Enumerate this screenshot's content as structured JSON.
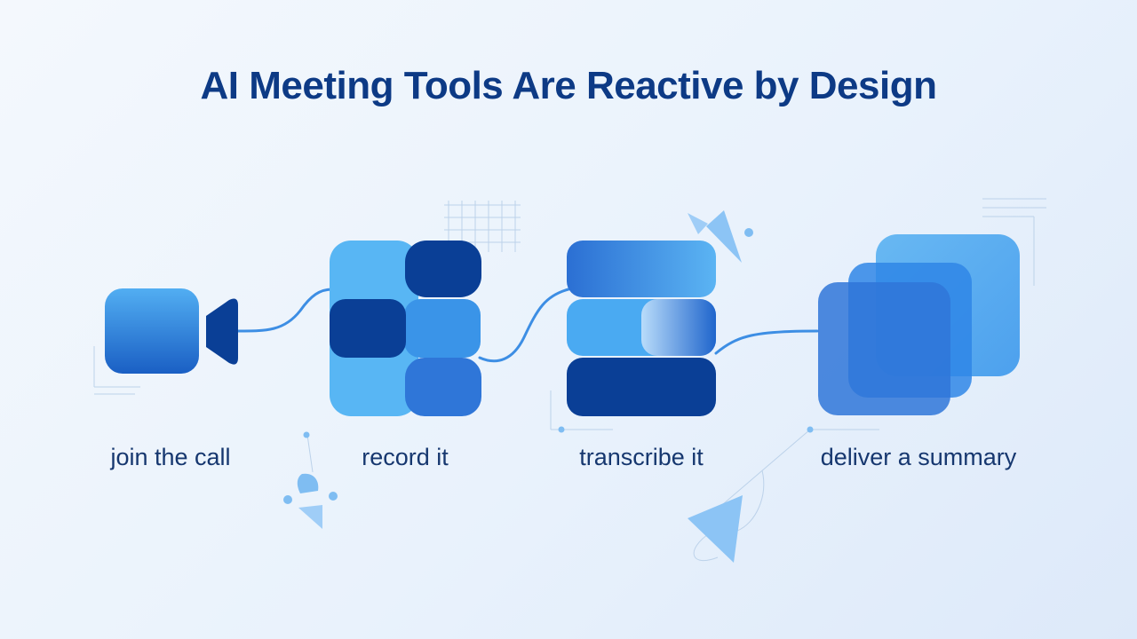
{
  "title": "AI Meeting Tools Are Reactive by Design",
  "steps": [
    {
      "label": "join the call",
      "icon": "video-camera-icon"
    },
    {
      "label": "record it",
      "icon": "record-blocks-icon"
    },
    {
      "label": "transcribe it",
      "icon": "transcript-lines-icon"
    },
    {
      "label": "deliver a summary",
      "icon": "summary-stack-icon"
    }
  ],
  "colors": {
    "title": "#0d3a85",
    "label": "#16376f",
    "dark": "#0a3f96",
    "mid": "#2f7fe0",
    "light": "#58b6f4",
    "connector": "#3d8ee4",
    "accent_light": "#9fcdf7"
  }
}
